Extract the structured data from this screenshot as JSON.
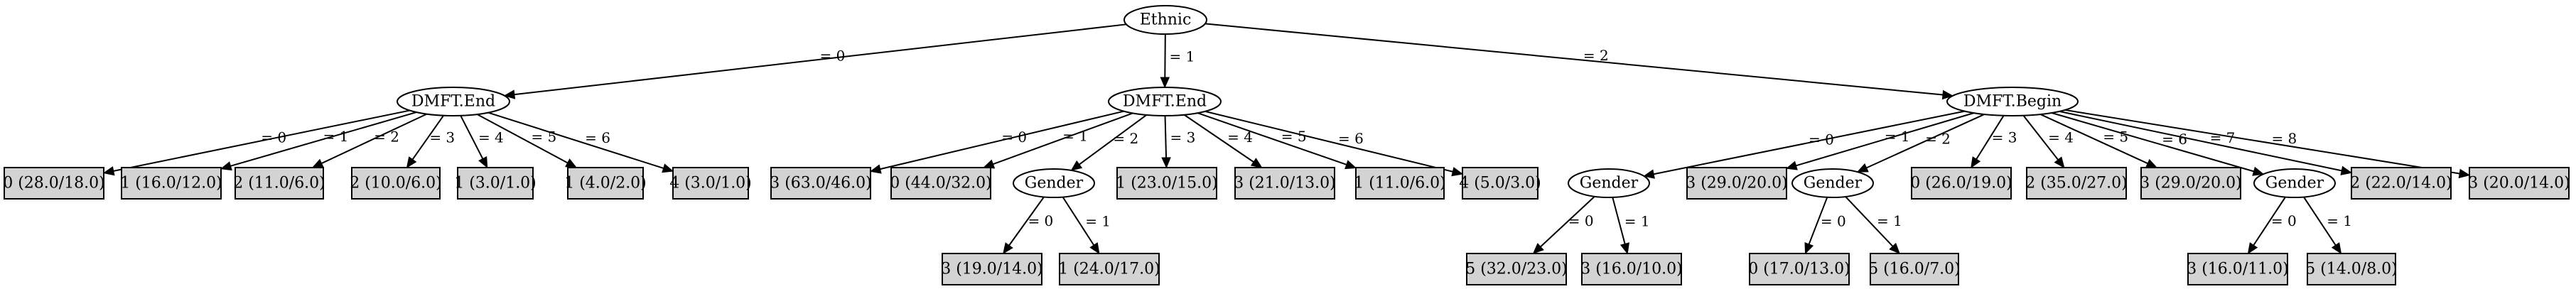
{
  "nodes": {
    "n0": {
      "label": "Ethnic",
      "type": "split"
    },
    "n1": {
      "label": "DMFT.End",
      "type": "split"
    },
    "n2": {
      "label": "DMFT.End",
      "type": "split"
    },
    "n3": {
      "label": "DMFT.Begin",
      "type": "split"
    },
    "n4": {
      "label": "0 (28.0/18.0)",
      "type": "leaf"
    },
    "n5": {
      "label": "1 (16.0/12.0)",
      "type": "leaf"
    },
    "n6": {
      "label": "2 (11.0/6.0)",
      "type": "leaf"
    },
    "n7": {
      "label": "2 (10.0/6.0)",
      "type": "leaf"
    },
    "n8": {
      "label": "1 (3.0/1.0)",
      "type": "leaf"
    },
    "n9": {
      "label": "1 (4.0/2.0)",
      "type": "leaf"
    },
    "n10": {
      "label": "4 (3.0/1.0)",
      "type": "leaf"
    },
    "n11": {
      "label": "3 (63.0/46.0)",
      "type": "leaf"
    },
    "n12": {
      "label": "0 (44.0/32.0)",
      "type": "leaf"
    },
    "n13": {
      "label": "Gender",
      "type": "split"
    },
    "n14": {
      "label": "1 (23.0/15.0)",
      "type": "leaf"
    },
    "n15": {
      "label": "3 (21.0/13.0)",
      "type": "leaf"
    },
    "n16": {
      "label": "1 (11.0/6.0)",
      "type": "leaf"
    },
    "n17": {
      "label": "4 (5.0/3.0)",
      "type": "leaf"
    },
    "n18": {
      "label": "3 (19.0/14.0)",
      "type": "leaf"
    },
    "n19": {
      "label": "1 (24.0/17.0)",
      "type": "leaf"
    },
    "n20": {
      "label": "Gender",
      "type": "split"
    },
    "n21": {
      "label": "3 (29.0/20.0)",
      "type": "leaf"
    },
    "n22": {
      "label": "Gender",
      "type": "split"
    },
    "n23": {
      "label": "0 (26.0/19.0)",
      "type": "leaf"
    },
    "n24": {
      "label": "2 (35.0/27.0)",
      "type": "leaf"
    },
    "n25": {
      "label": "3 (29.0/20.0)",
      "type": "leaf"
    },
    "n26": {
      "label": "Gender",
      "type": "split"
    },
    "n27": {
      "label": "2 (22.0/14.0)",
      "type": "leaf"
    },
    "n28": {
      "label": "3 (20.0/14.0)",
      "type": "leaf"
    },
    "n29": {
      "label": "5 (32.0/23.0)",
      "type": "leaf"
    },
    "n30": {
      "label": "3 (16.0/10.0)",
      "type": "leaf"
    },
    "n31": {
      "label": "0 (17.0/13.0)",
      "type": "leaf"
    },
    "n32": {
      "label": "5 (16.0/7.0)",
      "type": "leaf"
    },
    "n33": {
      "label": "3 (16.0/11.0)",
      "type": "leaf"
    },
    "n34": {
      "label": "5 (14.0/8.0)",
      "type": "leaf"
    }
  },
  "edges": [
    {
      "from": "n0",
      "to": "n1",
      "label": "= 0"
    },
    {
      "from": "n0",
      "to": "n2",
      "label": "= 1"
    },
    {
      "from": "n0",
      "to": "n3",
      "label": "= 2"
    },
    {
      "from": "n1",
      "to": "n4",
      "label": "= 0"
    },
    {
      "from": "n1",
      "to": "n5",
      "label": "= 1"
    },
    {
      "from": "n1",
      "to": "n6",
      "label": "= 2"
    },
    {
      "from": "n1",
      "to": "n7",
      "label": "= 3"
    },
    {
      "from": "n1",
      "to": "n8",
      "label": "= 4"
    },
    {
      "from": "n1",
      "to": "n9",
      "label": "= 5"
    },
    {
      "from": "n1",
      "to": "n10",
      "label": "= 6"
    },
    {
      "from": "n2",
      "to": "n11",
      "label": "= 0"
    },
    {
      "from": "n2",
      "to": "n12",
      "label": "= 1"
    },
    {
      "from": "n2",
      "to": "n13",
      "label": "= 2"
    },
    {
      "from": "n2",
      "to": "n14",
      "label": "= 3"
    },
    {
      "from": "n2",
      "to": "n15",
      "label": "= 4"
    },
    {
      "from": "n2",
      "to": "n16",
      "label": "= 5"
    },
    {
      "from": "n2",
      "to": "n17",
      "label": "= 6"
    },
    {
      "from": "n13",
      "to": "n18",
      "label": "= 0"
    },
    {
      "from": "n13",
      "to": "n19",
      "label": "= 1"
    },
    {
      "from": "n3",
      "to": "n20",
      "label": "= 0"
    },
    {
      "from": "n3",
      "to": "n21",
      "label": "= 1"
    },
    {
      "from": "n3",
      "to": "n22",
      "label": "= 2"
    },
    {
      "from": "n3",
      "to": "n23",
      "label": "= 3"
    },
    {
      "from": "n3",
      "to": "n24",
      "label": "= 4"
    },
    {
      "from": "n3",
      "to": "n25",
      "label": "= 5"
    },
    {
      "from": "n3",
      "to": "n26",
      "label": "= 6"
    },
    {
      "from": "n3",
      "to": "n27",
      "label": "= 7"
    },
    {
      "from": "n3",
      "to": "n28",
      "label": "= 8"
    },
    {
      "from": "n20",
      "to": "n29",
      "label": "= 0"
    },
    {
      "from": "n20",
      "to": "n30",
      "label": "= 1"
    },
    {
      "from": "n22",
      "to": "n31",
      "label": "= 0"
    },
    {
      "from": "n22",
      "to": "n32",
      "label": "= 1"
    },
    {
      "from": "n26",
      "to": "n33",
      "label": "= 0"
    },
    {
      "from": "n26",
      "to": "n34",
      "label": "= 1"
    }
  ]
}
